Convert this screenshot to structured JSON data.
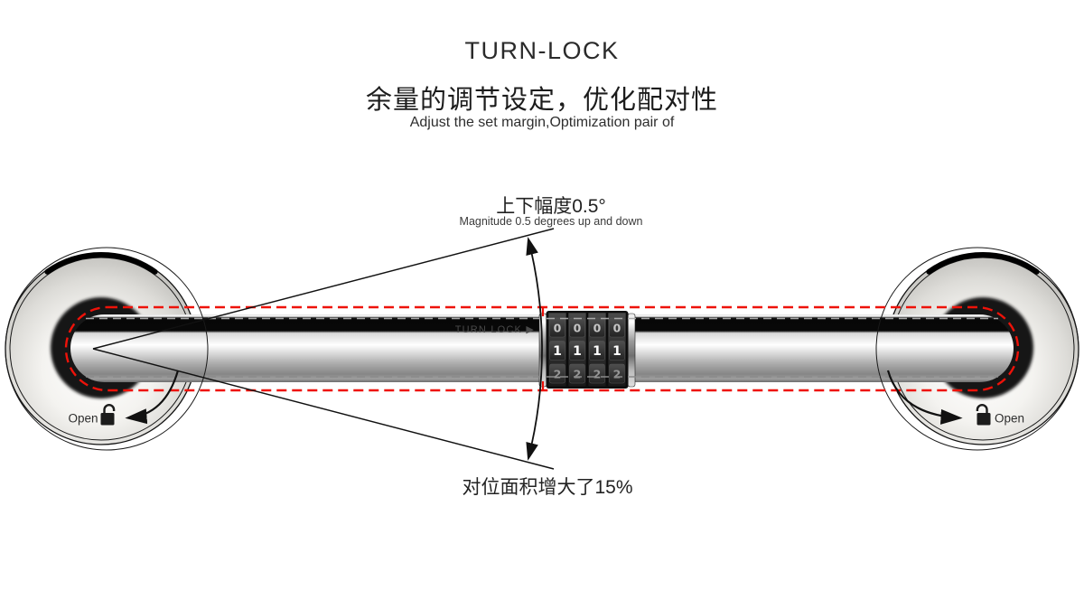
{
  "header": {
    "title": "TURN-LOCK",
    "subtitle_zh": "余量的调节设定，优化配对性",
    "subtitle_en": "Adjust the set margin,Optimization pair of"
  },
  "annotations": {
    "angle_label_zh": "上下幅度0.5°",
    "angle_label_en": "Magnitude 0.5 degrees up and down",
    "angle_value_deg": 0.5,
    "area_label_zh": "对位面积增大了15%",
    "area_increase_pct": 15
  },
  "illustration": {
    "rod_print_label": "TURN LOCK ▶",
    "left_cap": {
      "label": "Open",
      "icon": "open-padlock-icon",
      "arrow": "curved-arrow-counterclockwise"
    },
    "right_cap": {
      "label": "Open",
      "icon": "open-padlock-icon",
      "arrow": "curved-arrow-clockwise"
    },
    "dials": {
      "wheel_count": 4,
      "visible_digits": [
        "0",
        "1",
        "2"
      ],
      "selected_digit": "1"
    },
    "colors": {
      "outline_red_dashed": "#ee1209",
      "outline_gray_dashed": "#8f8f8f",
      "line_black": "#111111"
    }
  }
}
